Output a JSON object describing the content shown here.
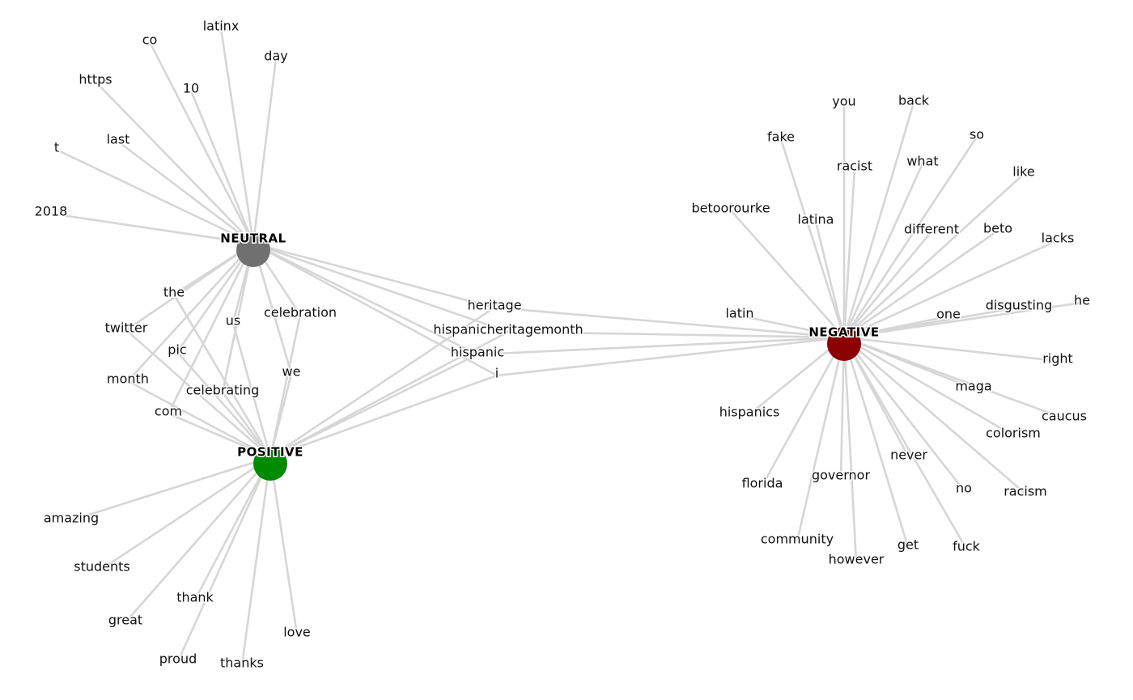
{
  "hubs": [
    {
      "id": "neutral",
      "label": "NEUTRAL",
      "color": "#707070"
    },
    {
      "id": "positive",
      "label": "POSITIVE",
      "color": "#008a00"
    },
    {
      "id": "negative",
      "label": "NEGATIVE",
      "color": "#8b0000"
    }
  ],
  "edge_color": "#d6d6d6",
  "words": [
    {
      "label": "co",
      "hubs": [
        "neutral"
      ]
    },
    {
      "label": "latinx",
      "hubs": [
        "neutral"
      ]
    },
    {
      "label": "day",
      "hubs": [
        "neutral"
      ]
    },
    {
      "label": "https",
      "hubs": [
        "neutral"
      ]
    },
    {
      "label": "10",
      "hubs": [
        "neutral"
      ]
    },
    {
      "label": "last",
      "hubs": [
        "neutral"
      ]
    },
    {
      "label": "t",
      "hubs": [
        "neutral"
      ]
    },
    {
      "label": "2018",
      "hubs": [
        "neutral"
      ]
    },
    {
      "label": "the",
      "hubs": [
        "neutral",
        "positive"
      ]
    },
    {
      "label": "twitter",
      "hubs": [
        "neutral",
        "positive"
      ]
    },
    {
      "label": "pic",
      "hubs": [
        "neutral",
        "positive"
      ]
    },
    {
      "label": "us",
      "hubs": [
        "neutral",
        "positive"
      ]
    },
    {
      "label": "celebration",
      "hubs": [
        "neutral",
        "positive"
      ]
    },
    {
      "label": "month",
      "hubs": [
        "neutral",
        "positive"
      ]
    },
    {
      "label": "celebrating",
      "hubs": [
        "neutral",
        "positive"
      ]
    },
    {
      "label": "we",
      "hubs": [
        "neutral",
        "positive"
      ]
    },
    {
      "label": "com",
      "hubs": [
        "neutral",
        "positive"
      ]
    },
    {
      "label": "heritage",
      "hubs": [
        "neutral",
        "positive",
        "negative"
      ]
    },
    {
      "label": "hispanicheritagemonth",
      "hubs": [
        "neutral",
        "positive",
        "negative"
      ]
    },
    {
      "label": "hispanic",
      "hubs": [
        "neutral",
        "positive",
        "negative"
      ]
    },
    {
      "label": "i",
      "hubs": [
        "neutral",
        "positive",
        "negative"
      ]
    },
    {
      "label": "amazing",
      "hubs": [
        "positive"
      ]
    },
    {
      "label": "students",
      "hubs": [
        "positive"
      ]
    },
    {
      "label": "thank",
      "hubs": [
        "positive"
      ]
    },
    {
      "label": "great",
      "hubs": [
        "positive"
      ]
    },
    {
      "label": "proud",
      "hubs": [
        "positive"
      ]
    },
    {
      "label": "thanks",
      "hubs": [
        "positive"
      ]
    },
    {
      "label": "love",
      "hubs": [
        "positive"
      ]
    },
    {
      "label": "you",
      "hubs": [
        "negative"
      ]
    },
    {
      "label": "back",
      "hubs": [
        "negative"
      ]
    },
    {
      "label": "so",
      "hubs": [
        "negative"
      ]
    },
    {
      "label": "fake",
      "hubs": [
        "negative"
      ]
    },
    {
      "label": "racist",
      "hubs": [
        "negative"
      ]
    },
    {
      "label": "what",
      "hubs": [
        "negative"
      ]
    },
    {
      "label": "like",
      "hubs": [
        "negative"
      ]
    },
    {
      "label": "betoorourke",
      "hubs": [
        "negative"
      ]
    },
    {
      "label": "latina",
      "hubs": [
        "negative"
      ]
    },
    {
      "label": "different",
      "hubs": [
        "negative"
      ]
    },
    {
      "label": "beto",
      "hubs": [
        "negative"
      ]
    },
    {
      "label": "lacks",
      "hubs": [
        "negative"
      ]
    },
    {
      "label": "latin",
      "hubs": [
        "negative"
      ]
    },
    {
      "label": "one",
      "hubs": [
        "negative"
      ]
    },
    {
      "label": "disgusting",
      "hubs": [
        "negative"
      ]
    },
    {
      "label": "he",
      "hubs": [
        "negative"
      ]
    },
    {
      "label": "right",
      "hubs": [
        "negative"
      ]
    },
    {
      "label": "maga",
      "hubs": [
        "negative"
      ]
    },
    {
      "label": "caucus",
      "hubs": [
        "negative"
      ]
    },
    {
      "label": "hispanics",
      "hubs": [
        "negative"
      ]
    },
    {
      "label": "colorism",
      "hubs": [
        "negative"
      ]
    },
    {
      "label": "florida",
      "hubs": [
        "negative"
      ]
    },
    {
      "label": "governor",
      "hubs": [
        "negative"
      ]
    },
    {
      "label": "never",
      "hubs": [
        "negative"
      ]
    },
    {
      "label": "no",
      "hubs": [
        "negative"
      ]
    },
    {
      "label": "racism",
      "hubs": [
        "negative"
      ]
    },
    {
      "label": "community",
      "hubs": [
        "negative"
      ]
    },
    {
      "label": "however",
      "hubs": [
        "negative"
      ]
    },
    {
      "label": "get",
      "hubs": [
        "negative"
      ]
    },
    {
      "label": "fuck",
      "hubs": [
        "negative"
      ]
    }
  ]
}
